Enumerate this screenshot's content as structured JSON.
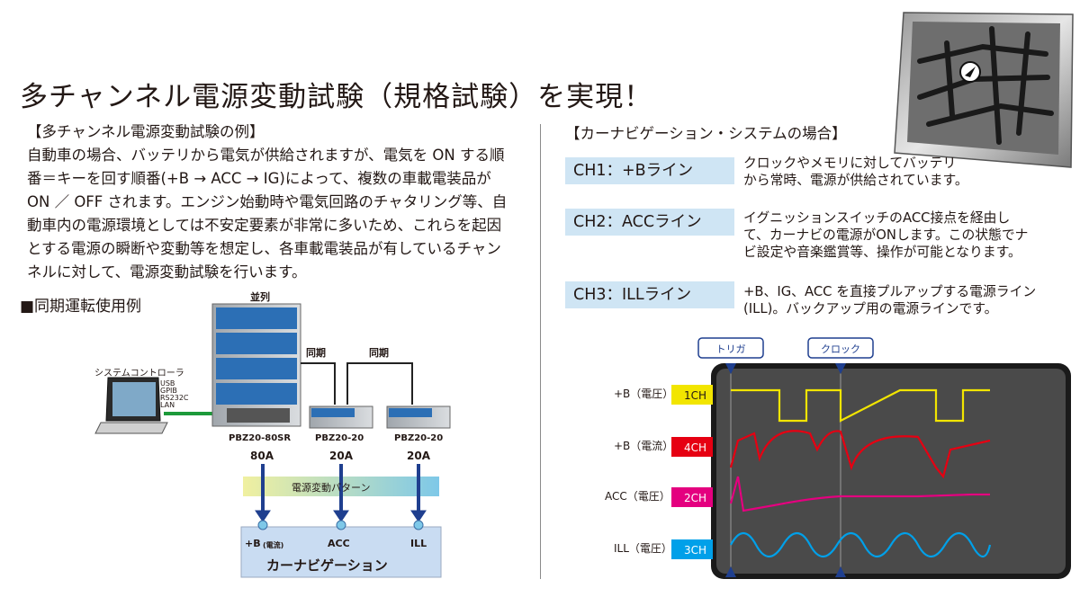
{
  "title": "多チャンネル電源変動試験（規格試験）を実現！",
  "left": {
    "heading": "【多チャンネル電源変動試験の例】",
    "paragraph_lines": [
      "自動車の場合、バッテリから電気が供給されますが、電気を ON する順",
      "番＝キーを回す順番(+B → ACC → IG)によって、複数の車載電装品が",
      "ON ／ OFF されます。エンジン始動時や電気回路のチャタリング等、自",
      "動車内の電源環境としては不安定要素が非常に多いため、これらを起因",
      "とする電源の瞬断や変動等を想定し、各車載電装品が有しているチャン",
      "ネルに対して、電源変動試験を行います。"
    ],
    "sync_heading": "■同期運転使用例",
    "diagram": {
      "parallel_label": "並列",
      "sync_labels": [
        "同期",
        "同期"
      ],
      "controller_label": "システムコントローラ",
      "interfaces": [
        "USB",
        "GPIB",
        "RS232C",
        "LAN"
      ],
      "models": [
        "PBZ20-80SR",
        "PBZ20-20",
        "PBZ20-20"
      ],
      "currents": [
        "80A",
        "20A",
        "20A"
      ],
      "pattern_label": "電源変動パターン",
      "outputs": [
        "+B",
        "(電流)",
        "ACC",
        "ILL"
      ],
      "target_label": "カーナビゲーション",
      "colors": {
        "pattern_start": "#f0f0a0",
        "pattern_end": "#7ec8e8",
        "target_bg": "#c9dcf2",
        "arrow": "#1f3f8f",
        "link": "#1d9a3a"
      }
    }
  },
  "right": {
    "heading": "【カーナビゲーション・システムの場合】",
    "channels": [
      {
        "label": "CH1：+Bライン",
        "desc": [
          "クロックやメモリに対してバッテリ",
          "から常時、電源が供給されています。"
        ]
      },
      {
        "label": "CH2：ACCライン",
        "desc": [
          "イグニッションスイッチのACC接点を経由し",
          "て、カーナビの電源がONします。この状態でナ",
          "ビ設定や音楽鑑賞等、操作が可能となります。"
        ]
      },
      {
        "label": "CH3：ILLライン",
        "desc": [
          "+B、IG、ACC を直接プルアップする電源ライン",
          "(ILL)。バックアップ用の電源ラインです。"
        ]
      }
    ],
    "scope": {
      "markers": [
        "トリガ",
        "クロック"
      ],
      "traces": [
        {
          "name": "+B（電圧）",
          "tag": "1CH",
          "color": "#f2e500"
        },
        {
          "name": "+B（電流）",
          "tag": "4CH",
          "color": "#e60012"
        },
        {
          "name": "ACC（電圧）",
          "tag": "2CH",
          "color": "#e4007f"
        },
        {
          "name": "ILL（電圧）",
          "tag": "3CH",
          "color": "#00a0e9"
        }
      ]
    }
  }
}
